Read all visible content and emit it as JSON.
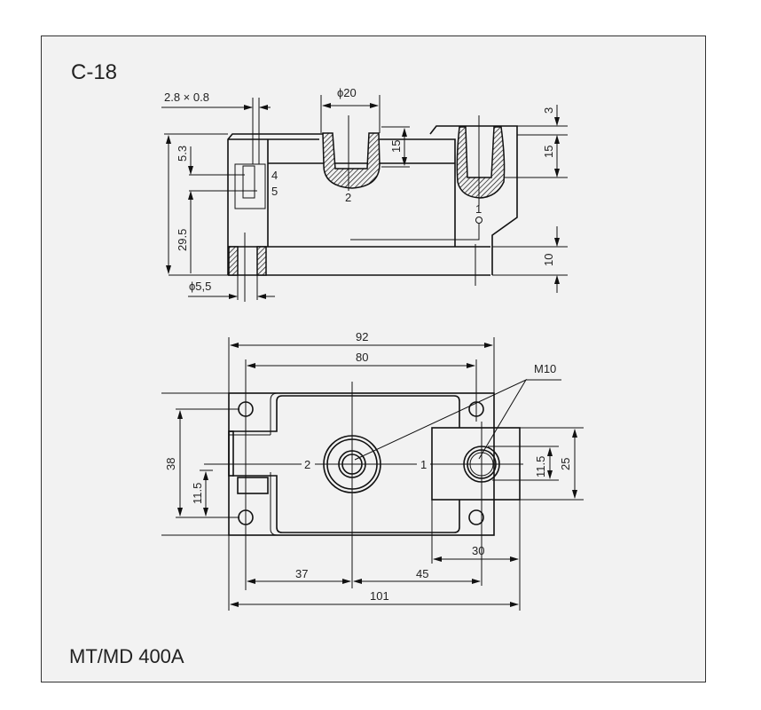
{
  "title": "C-18",
  "caption": "MT/MD  400A",
  "side_view": {
    "dims": {
      "pin": "2.8 × 0.8",
      "d20": "ϕ20",
      "d5_5": "ϕ5,5",
      "h5_3": "5.3",
      "h29_5": "29.5",
      "h15a": "15",
      "h3": "3",
      "h15b": "15",
      "h10": "10"
    },
    "terminal_labels": {
      "t4": "4",
      "t5": "5",
      "t2": "2",
      "t1": "1"
    }
  },
  "top_view": {
    "dims": {
      "w92": "92",
      "w80": "80",
      "w101": "101",
      "w37": "37",
      "w45": "45",
      "w30": "30",
      "h38": "38",
      "h11_5_left": "11.5",
      "h11_5_right": "11.5",
      "h25": "25",
      "thread": "M10"
    },
    "terminal_labels": {
      "t2": "2",
      "t1": "1"
    }
  }
}
